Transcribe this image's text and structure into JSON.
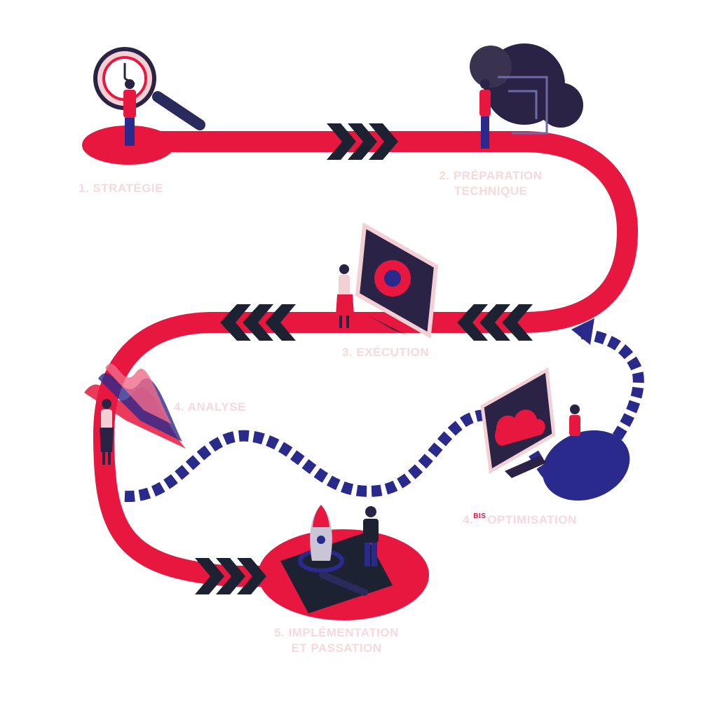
{
  "colors": {
    "path": "#e8173f",
    "dashed": "#2a2a8c",
    "chevron": "#1d2233",
    "label": "#f7d9dd",
    "dark": "#2b2345"
  },
  "steps": [
    {
      "label": "1. STRATÉGIE",
      "icon": "magnifier-clock-icon"
    },
    {
      "label_line1": "2. PRÉPARATION",
      "label_line2": "TECHNIQUE",
      "icon": "gears-circuit-icon"
    },
    {
      "label": "3. EXÉCUTION",
      "icon": "monitor-gear-icon"
    },
    {
      "label": "4. ANALYSE",
      "icon": "wave-chart-icon"
    },
    {
      "prefix": "4.",
      "superscript": "BIS",
      "label": "OPTIMISATION",
      "icon": "cloud-monitor-icon"
    },
    {
      "label_line1": "5. IMPLÉMENTATION",
      "label_line2": "ET PASSATION",
      "icon": "rocket-phone-icon"
    }
  ]
}
